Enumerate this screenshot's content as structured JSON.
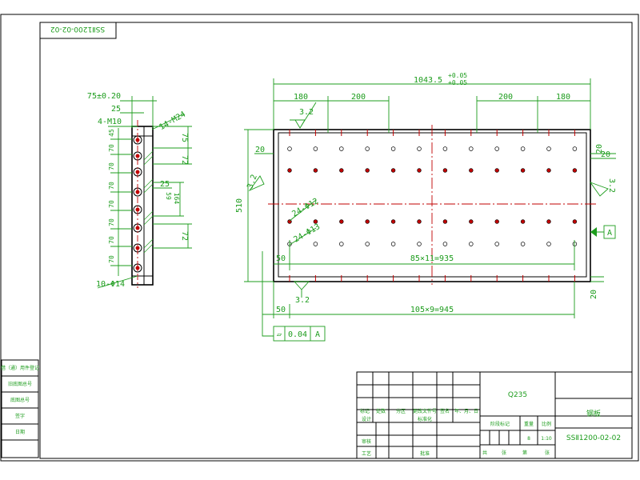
{
  "drawing": {
    "drawing_number": "SSⅡ1200-02-02",
    "part_name": "钢板",
    "material": "Q235",
    "scale": "1:10",
    "quantity": "8"
  },
  "side_view": {
    "labels": {
      "width_tol": "75±0.20",
      "d25": "25",
      "m10": "4-M10",
      "m24": "14-M24",
      "d75": "75",
      "d72a": "72",
      "d25b": "25",
      "d72b": "72",
      "d164": "164",
      "d59": "59",
      "holes14": "10-Φ14",
      "pitch": [
        "45",
        "70",
        "70",
        "70",
        "70",
        "70",
        "70",
        "70"
      ]
    }
  },
  "front_view": {
    "labels": {
      "overall": "1043.5",
      "overall_tol_up": "+0.05",
      "overall_tol_lo": "+0.05",
      "d180l": "180",
      "d200l": "200",
      "d200r": "200",
      "d180r": "180",
      "rough_top": "3.2",
      "rough_left": "3.2",
      "rough_right": "3.2",
      "rough_bottom": "3.2",
      "d20l": "20",
      "d20r_top": "20",
      "d20r_b": "20",
      "height": "510",
      "holes12": "24-Φ12",
      "holes13": "24-Φ13",
      "d50a": "50",
      "pitch_row": "85×11=935",
      "d50b": "50",
      "pitch_row2": "105×9=945",
      "d20bot": "20",
      "datum": "A",
      "flatness_sym": "▱",
      "flatness_val": "0.04",
      "flatness_ref": "A"
    }
  },
  "title_block": {
    "material": "Q235",
    "part_name": "钢板",
    "drawing_number": "SSⅡ1200-02-02",
    "row_labels": [
      "标记",
      "处数",
      "分区",
      "更改文件号",
      "签名",
      "年、月、日"
    ],
    "design": "设计",
    "standard": "标准化",
    "check": "审核",
    "process": "工艺",
    "approve": "批准",
    "stage_mark": "阶段标记",
    "weight": "重量",
    "scale_label": "比例",
    "quantity": "8",
    "scale": "1:10",
    "sheets": "共",
    "sheet": "张",
    "of": "第",
    "sheet2": "张"
  },
  "left_strip": [
    "借（通）用件登记",
    "旧底图总号",
    "底图总号",
    "签字",
    "日期"
  ]
}
